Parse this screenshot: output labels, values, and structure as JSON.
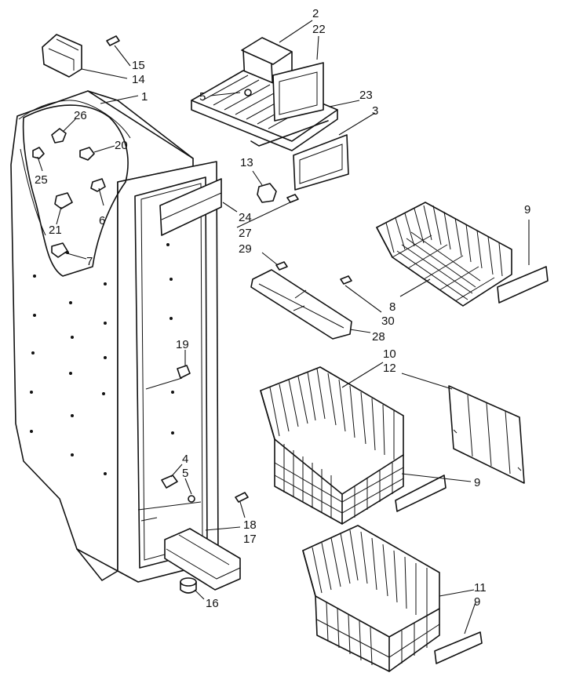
{
  "callouts": [
    {
      "id": "c2",
      "text": "2"
    },
    {
      "id": "c22",
      "text": "22"
    },
    {
      "id": "c5a",
      "text": "5"
    },
    {
      "id": "c23",
      "text": "23"
    },
    {
      "id": "c3",
      "text": "3"
    },
    {
      "id": "c15",
      "text": "15"
    },
    {
      "id": "c14",
      "text": "14"
    },
    {
      "id": "c1",
      "text": "1"
    },
    {
      "id": "c26",
      "text": "26"
    },
    {
      "id": "c20",
      "text": "20"
    },
    {
      "id": "c25",
      "text": "25"
    },
    {
      "id": "c6",
      "text": "6"
    },
    {
      "id": "c21",
      "text": "21"
    },
    {
      "id": "c7",
      "text": "7"
    },
    {
      "id": "c13",
      "text": "13"
    },
    {
      "id": "c24",
      "text": "24"
    },
    {
      "id": "c27",
      "text": "27"
    },
    {
      "id": "c29",
      "text": "29"
    },
    {
      "id": "c9a",
      "text": "9"
    },
    {
      "id": "c8",
      "text": "8"
    },
    {
      "id": "c30",
      "text": "30"
    },
    {
      "id": "c28",
      "text": "28"
    },
    {
      "id": "c10",
      "text": "10"
    },
    {
      "id": "c12",
      "text": "12"
    },
    {
      "id": "c19",
      "text": "19"
    },
    {
      "id": "c4",
      "text": "4"
    },
    {
      "id": "c5b",
      "text": "5"
    },
    {
      "id": "c9b",
      "text": "9"
    },
    {
      "id": "c18",
      "text": "18"
    },
    {
      "id": "c17",
      "text": "17"
    },
    {
      "id": "c16",
      "text": "16"
    },
    {
      "id": "c11",
      "text": "11"
    },
    {
      "id": "c9c",
      "text": "9"
    }
  ]
}
